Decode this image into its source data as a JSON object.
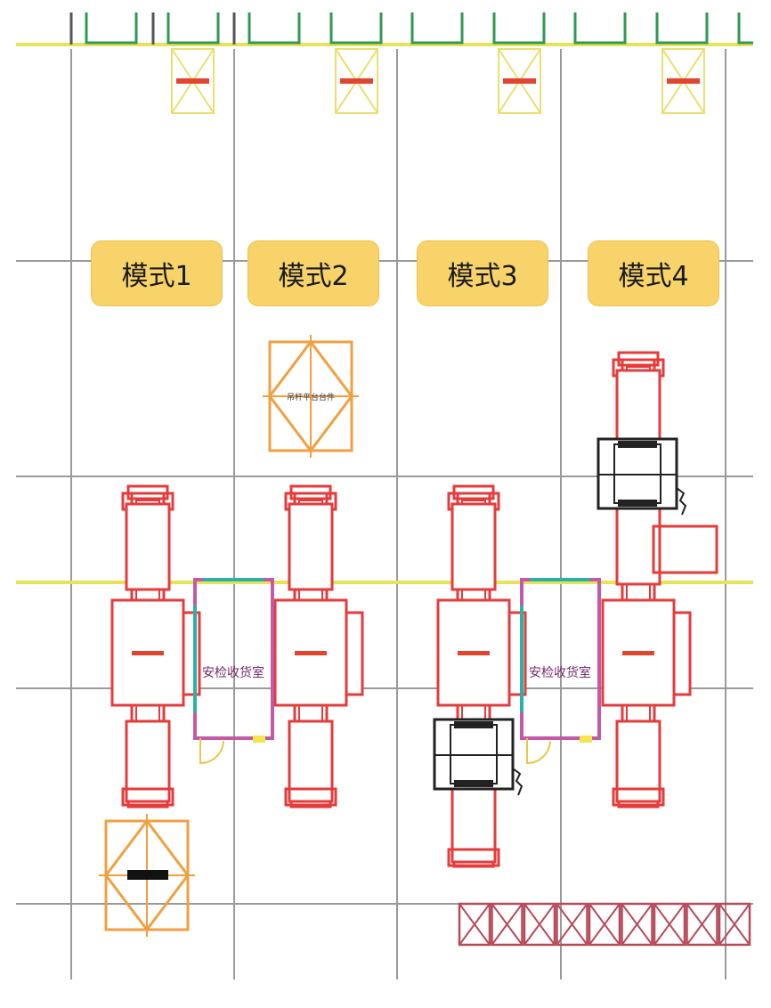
{
  "modes": [
    {
      "label": "模式1"
    },
    {
      "label": "模式2"
    },
    {
      "label": "模式3"
    },
    {
      "label": "模式4"
    }
  ],
  "rooms": [
    {
      "label": "安检收货室"
    },
    {
      "label": "安检收货室"
    }
  ],
  "fixture_label": "吊杆平台台件",
  "colors": {
    "grid": "#9a9a9a",
    "rail": "#e8e25a",
    "dock": "#2f9a52",
    "door_box": "#e9e070",
    "marker": "#e2452f",
    "machine": "#e53b3b",
    "fixture": "#f0a040",
    "room_wall": "#c25aa8",
    "room_accent": "#2ab2a6",
    "room_text": "#7a2a6a",
    "crate": "#b84a5a",
    "vehicle": "#222222",
    "mode_bg": "#f7d36a"
  }
}
